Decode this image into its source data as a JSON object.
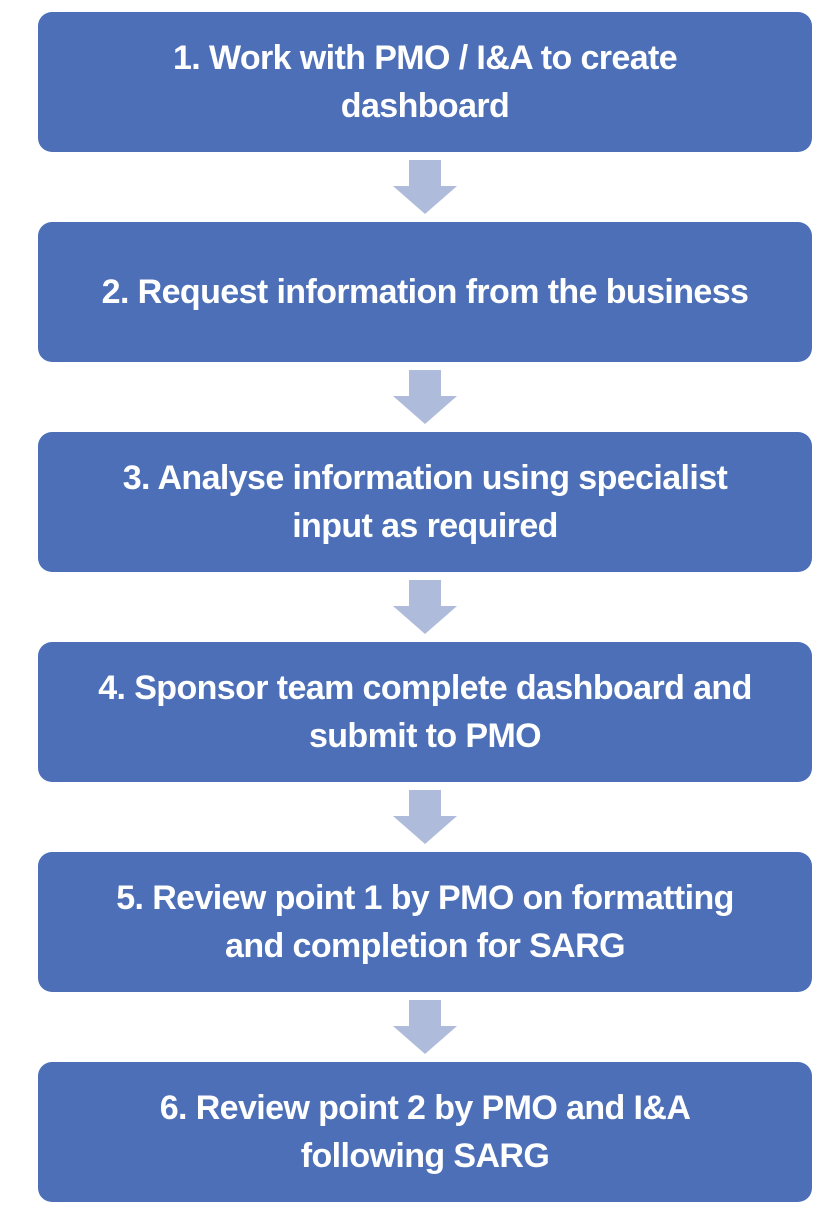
{
  "colors": {
    "page_bg": "#ffffff",
    "box_fill": "#4C6FB8",
    "arrow_fill": "#AEBBDB",
    "text": "#ffffff"
  },
  "flowchart": {
    "connector_icon": "down-arrow-icon",
    "steps": [
      {
        "label": "1. Work with PMO / I&A to create dashboard",
        "lines": [
          "1. Work with PMO / I&A to create",
          "dashboard"
        ]
      },
      {
        "label": "2. Request information from the business",
        "lines": [
          "2. Request information from the business"
        ]
      },
      {
        "label": "3. Analyse information using specialist input as required",
        "lines": [
          "3. Analyse information using specialist",
          "input as required"
        ]
      },
      {
        "label": "4. Sponsor team complete dashboard and submit to PMO",
        "lines": [
          "4. Sponsor team complete dashboard and",
          "submit to PMO"
        ]
      },
      {
        "label": "5. Review point 1 by PMO on formatting and completion for SARG",
        "lines": [
          "5. Review point 1 by PMO on formatting",
          "and completion for SARG"
        ]
      },
      {
        "label": "6. Review point 2 by PMO and I&A following SARG",
        "lines": [
          "6. Review point 2 by PMO and I&A",
          "following SARG"
        ]
      }
    ]
  }
}
